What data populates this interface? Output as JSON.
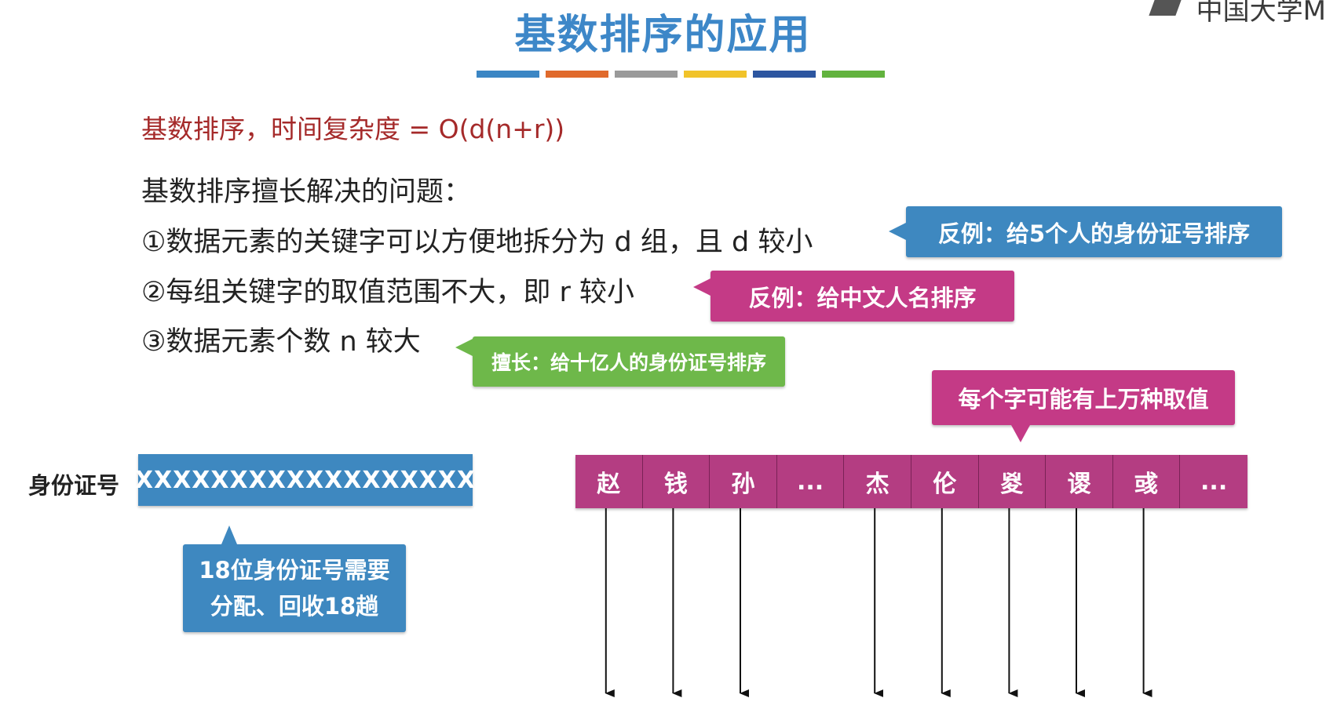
{
  "title": "基数排序的应用",
  "watermark": "中国大学M",
  "color_bars": [
    "#3b86c4",
    "#e06a2c",
    "#9a9a9a",
    "#f1c32a",
    "#2d56a0",
    "#62b33e"
  ],
  "complexity": "基数排序，时间复杂度 = O(d(n+r))",
  "heading": "基数排序擅长解决的问题：",
  "points": [
    "①数据元素的关键字可以方便地拆分为 d 组，且 d 较小",
    "②每组关键字的取值范围不大，即 r 较小",
    "③数据元素个数 n 较大"
  ],
  "callouts": {
    "counter1": "反例：给5个人的身份证号排序",
    "counter2": "反例：给中文人名排序",
    "good": "擅长：给十亿人的身份证号排序",
    "chars": "每个字可能有上万种取值",
    "id_note_line1": "18位身份证号需要",
    "id_note_line2": "分配、回收18趟"
  },
  "id_label": "身份证号",
  "id_value": "XXXXXXXXXXXXXXXXXX",
  "name_chars": [
    "赵",
    "钱",
    "孙",
    "...",
    "杰",
    "伦",
    "㚇",
    "谡",
    "彧",
    "..."
  ],
  "colors": {
    "title": "#3d87c8",
    "complexity": "#a52a2a",
    "blue": "#3e88c0",
    "pink": "#c43a86",
    "cell": "#b43d82",
    "green": "#6eb84a"
  }
}
